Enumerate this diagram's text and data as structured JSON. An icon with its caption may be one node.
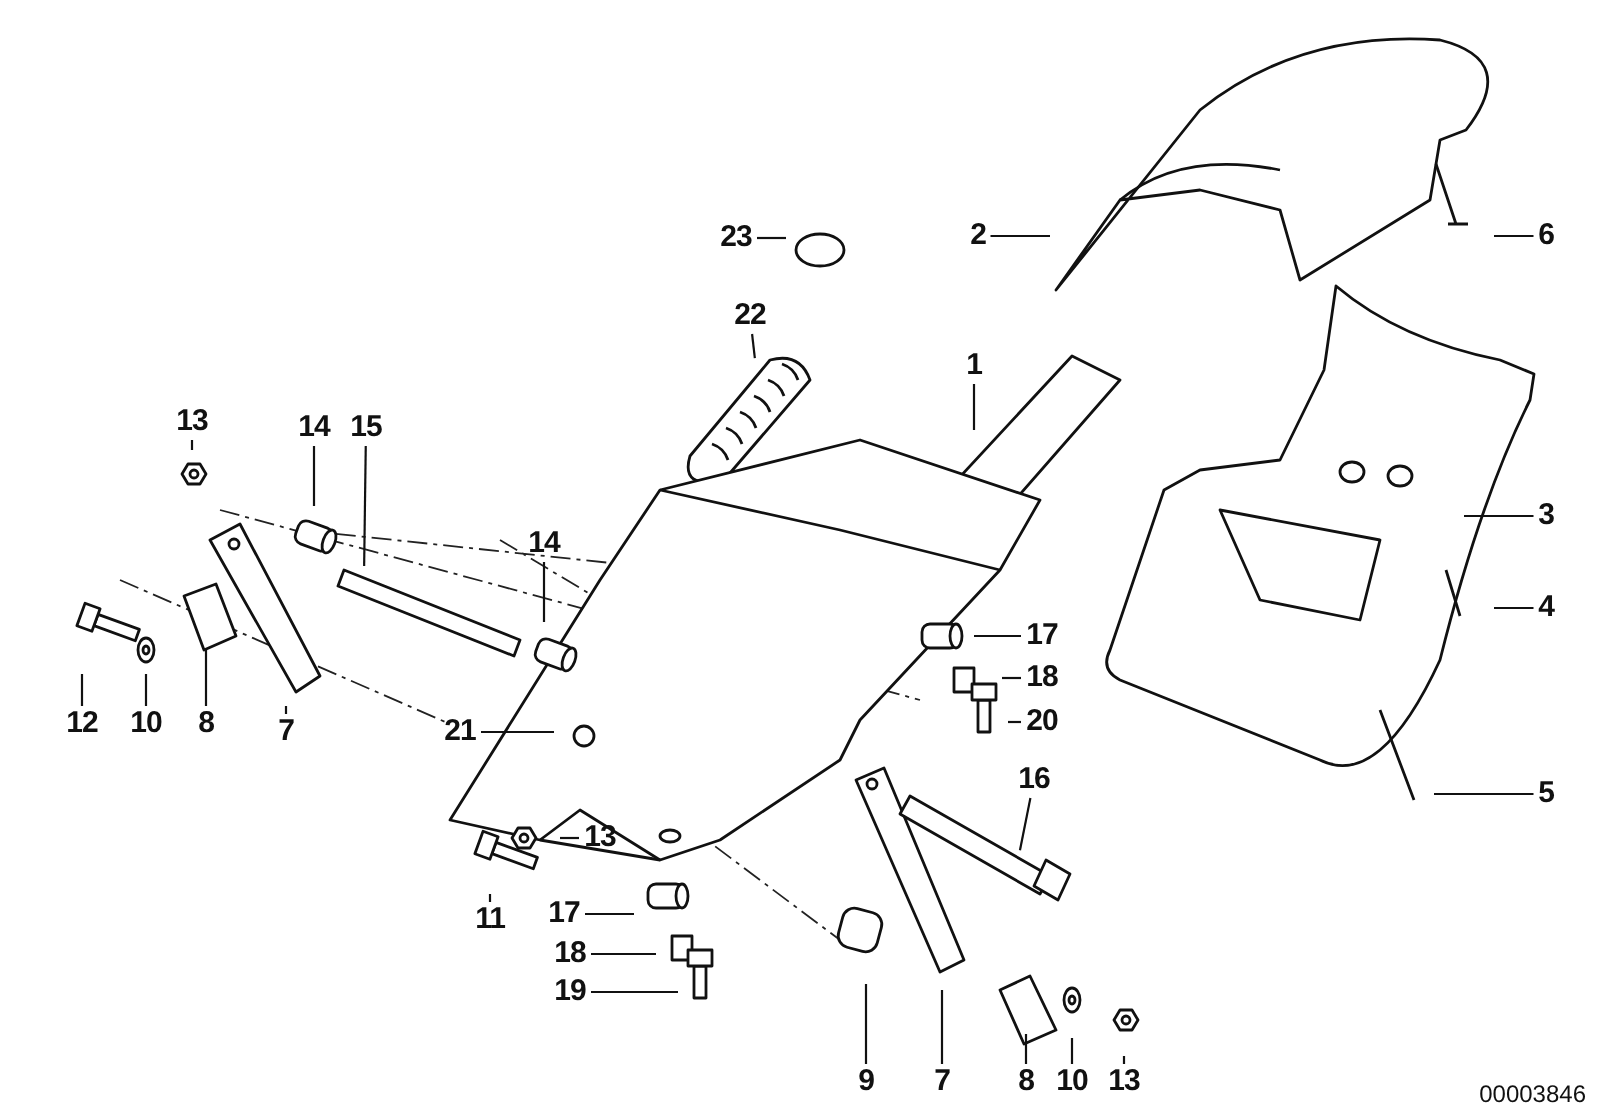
{
  "diagram": {
    "nodes": [
      {
        "text": [
          "2"
        ]
      },
      {
        "text": [
          "6"
        ]
      },
      {
        "text": [
          "23"
        ]
      },
      {
        "text": [
          "22"
        ]
      },
      {
        "text": [
          "1"
        ]
      },
      {
        "text": [
          "13"
        ]
      },
      {
        "text": [
          "14"
        ]
      },
      {
        "text": [
          "15"
        ]
      },
      {
        "text": [
          "3"
        ]
      },
      {
        "text": [
          "14"
        ]
      },
      {
        "text": [
          "4"
        ]
      },
      {
        "text": [
          "17"
        ]
      },
      {
        "text": [
          "18"
        ]
      },
      {
        "text": [
          "12"
        ]
      },
      {
        "text": [
          "10"
        ]
      },
      {
        "text": [
          "8"
        ]
      },
      {
        "text": [
          "7"
        ]
      },
      {
        "text": [
          "21"
        ]
      },
      {
        "text": [
          "20"
        ]
      },
      {
        "text": [
          "16"
        ]
      },
      {
        "text": [
          "5"
        ]
      },
      {
        "text": [
          "13"
        ]
      },
      {
        "text": [
          "11"
        ]
      },
      {
        "text": [
          "17"
        ]
      },
      {
        "text": [
          "18"
        ]
      },
      {
        "text": [
          "19"
        ]
      },
      {
        "text": [
          "9"
        ]
      },
      {
        "text": [
          "7"
        ]
      },
      {
        "text": [
          "8"
        ]
      },
      {
        "text": [
          "10"
        ]
      },
      {
        "text": [
          "13"
        ]
      }
    ],
    "edges": [
      {
        "from": 0,
        "to": null,
        "arrow": "none"
      },
      {
        "from": 1,
        "to": null,
        "arrow": "none"
      },
      {
        "from": 2,
        "to": null,
        "arrow": "none"
      },
      {
        "from": 3,
        "to": null,
        "arrow": "none"
      },
      {
        "from": 4,
        "to": null,
        "arrow": "none"
      },
      {
        "from": 5,
        "to": null,
        "arrow": "none"
      },
      {
        "from": 6,
        "to": null,
        "arrow": "none"
      },
      {
        "from": 7,
        "to": null,
        "arrow": "none"
      },
      {
        "from": 8,
        "to": null,
        "arrow": "none"
      },
      {
        "from": 9,
        "to": null,
        "arrow": "none"
      },
      {
        "from": 10,
        "to": null,
        "arrow": "none"
      },
      {
        "from": 11,
        "to": null,
        "arrow": "none"
      },
      {
        "from": 12,
        "to": null,
        "arrow": "none"
      },
      {
        "from": 13,
        "to": null,
        "arrow": "none"
      },
      {
        "from": 14,
        "to": null,
        "arrow": "none"
      },
      {
        "from": 15,
        "to": null,
        "arrow": "none"
      },
      {
        "from": 16,
        "to": null,
        "arrow": "none"
      },
      {
        "from": 17,
        "to": null,
        "arrow": "none"
      },
      {
        "from": 18,
        "to": null,
        "arrow": "none"
      },
      {
        "from": 19,
        "to": null,
        "arrow": "none"
      },
      {
        "from": 20,
        "to": null,
        "arrow": "none"
      },
      {
        "from": 21,
        "to": null,
        "arrow": "none"
      },
      {
        "from": 22,
        "to": null,
        "arrow": "none"
      },
      {
        "from": 23,
        "to": null,
        "arrow": "none"
      },
      {
        "from": 24,
        "to": null,
        "arrow": "none"
      },
      {
        "from": 25,
        "to": null,
        "arrow": "none"
      },
      {
        "from": 26,
        "to": null,
        "arrow": "none"
      },
      {
        "from": 27,
        "to": null,
        "arrow": "none"
      },
      {
        "from": 28,
        "to": null,
        "arrow": "none"
      },
      {
        "from": 29,
        "to": null,
        "arrow": "none"
      },
      {
        "from": 30,
        "to": null,
        "arrow": "none"
      }
    ],
    "labels": [
      "00003846"
    ]
  }
}
